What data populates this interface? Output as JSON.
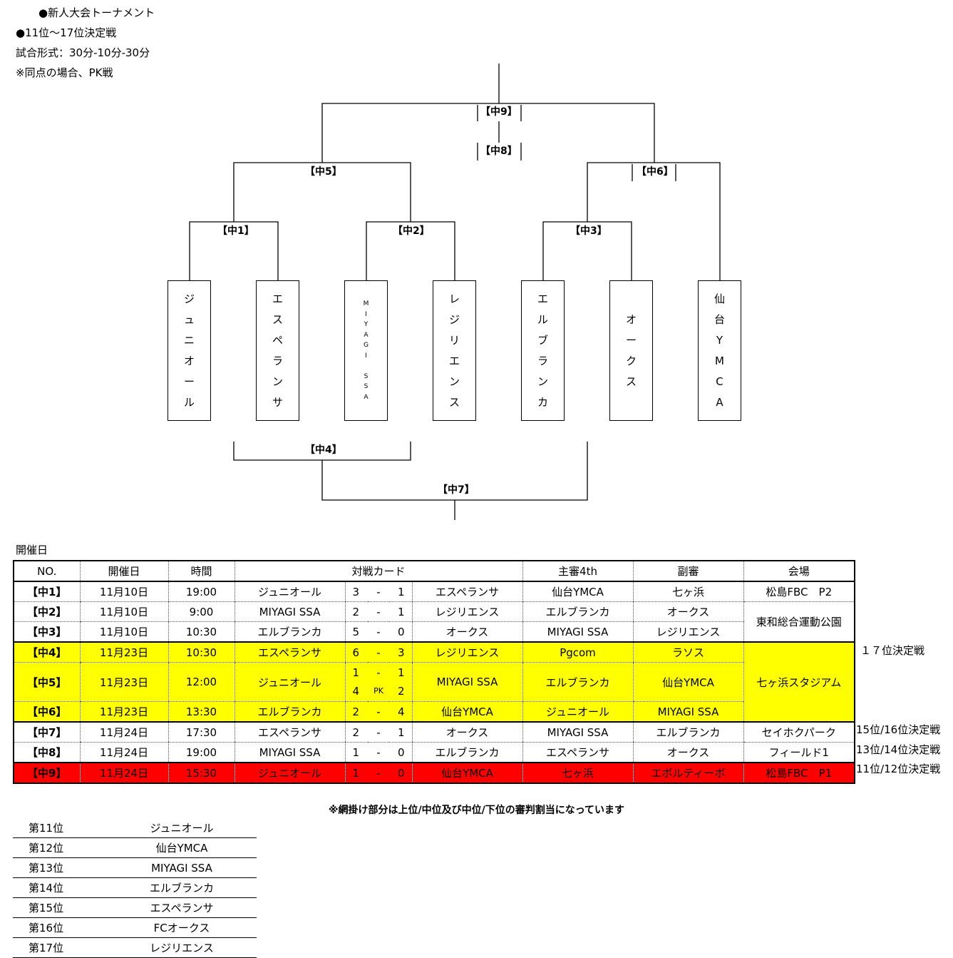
{
  "header": {
    "title": "●新人大会トーナメント",
    "subtitle": "●11位～17位決定戦",
    "format": "試合形式：30分-10分-30分",
    "tie_rule": "※同点の場合、PK戦"
  },
  "bracket": {
    "teams": [
      {
        "name": "ジュニオール",
        "chars": [
          "ジ",
          "ュ",
          "ニ",
          "オ",
          "ー",
          "ル"
        ]
      },
      {
        "name": "エスペランサ",
        "chars": [
          "エ",
          "ス",
          "ペ",
          "ラ",
          "ン",
          "サ"
        ]
      },
      {
        "name": "MIYAGI SSA",
        "chars": [
          "M",
          "I",
          "Y",
          "A",
          "G",
          "I",
          "",
          "S",
          "S",
          "A"
        ]
      },
      {
        "name": "レジリエンス",
        "chars": [
          "レ",
          "ジ",
          "リ",
          "エ",
          "ン",
          "ス"
        ]
      },
      {
        "name": "エルブランカ",
        "chars": [
          "エ",
          "ル",
          "ブ",
          "ラ",
          "ン",
          "カ"
        ]
      },
      {
        "name": "オークス",
        "chars": [
          "オ",
          "ー",
          "ク",
          "ス"
        ]
      },
      {
        "name": "仙台YMCA",
        "chars": [
          "仙",
          "台",
          "Y",
          "M",
          "C",
          "A"
        ]
      }
    ],
    "match_labels": {
      "m1": "【中1】",
      "m2": "【中2】",
      "m3": "【中3】",
      "m4": "【中4】",
      "m5": "【中5】",
      "m6": "【中6】",
      "m7": "【中7】",
      "m8": "【中8】",
      "m9": "【中9】"
    }
  },
  "schedule": {
    "title": "開催日",
    "headers": {
      "no": "NO.",
      "date": "開催日",
      "time": "時間",
      "card": "対戦カード",
      "referee": "主審4th",
      "assistant": "副審",
      "venue": "会場"
    },
    "rows": [
      {
        "no": "【中1】",
        "date": "11月10日",
        "time": "19:00",
        "home": "ジュニオール",
        "hs": "3",
        "dash": "-",
        "as": "1",
        "away": "エスペランサ",
        "referee": "仙台YMCA",
        "assistant": "七ヶ浜",
        "venue": "松島FBC　P2"
      },
      {
        "no": "【中2】",
        "date": "11月10日",
        "time": "9:00",
        "home": "MIYAGI SSA",
        "hs": "2",
        "dash": "-",
        "as": "1",
        "away": "レジリエンス",
        "referee": "エルブランカ",
        "assistant": "オークス",
        "venue": "東和総合運動公園"
      },
      {
        "no": "【中3】",
        "date": "11月10日",
        "time": "10:30",
        "home": "エルブランカ",
        "hs": "5",
        "dash": "-",
        "as": "0",
        "away": "オークス",
        "referee": "MIYAGI SSA",
        "assistant": "レジリエンス"
      },
      {
        "no": "【中4】",
        "date": "11月23日",
        "time": "10:30",
        "home": "エスペランサ",
        "hs": "6",
        "dash": "-",
        "as": "3",
        "away": "レジリエンス",
        "referee": "Pgcom",
        "assistant": "ラソス",
        "venue": "七ヶ浜スタジアム",
        "note": "１７位決定戦"
      },
      {
        "no": "【中5】",
        "date": "11月23日",
        "time": "12:00",
        "home": "ジュニオール",
        "hs": "1",
        "dash": "-",
        "as": "1",
        "hs_pk": "4",
        "pk": "PK",
        "as_pk": "2",
        "away": "MIYAGI SSA",
        "referee": "エルブランカ",
        "assistant": "仙台YMCA"
      },
      {
        "no": "【中6】",
        "date": "11月23日",
        "time": "13:30",
        "home": "エルブランカ",
        "hs": "2",
        "dash": "-",
        "as": "4",
        "away": "仙台YMCA",
        "referee": "ジュニオール",
        "assistant": "MIYAGI SSA"
      },
      {
        "no": "【中7】",
        "date": "11月24日",
        "time": "17:30",
        "home": "エスペランサ",
        "hs": "2",
        "dash": "-",
        "as": "1",
        "away": "オークス",
        "referee": "MIYAGI SSA",
        "assistant": "エルブランカ",
        "venue": "セイホクパーク",
        "note": "15位/16位決定戦"
      },
      {
        "no": "【中8】",
        "date": "11月24日",
        "time": "19:00",
        "home": "MIYAGI SSA",
        "hs": "1",
        "dash": "-",
        "as": "0",
        "away": "エルブランカ",
        "referee": "エスペランサ",
        "assistant": "オークス",
        "venue": "フィールド1",
        "note": "13位/14位決定戦"
      },
      {
        "no": "【中9】",
        "date": "11月24日",
        "time": "15:30",
        "home": "ジュニオール",
        "hs": "1",
        "dash": "-",
        "as": "0",
        "away": "仙台YMCA",
        "referee": "七ヶ浜",
        "assistant": "エボルティーボ",
        "venue": "松島FBC　P1",
        "note": "11位/12位決定戦"
      }
    ],
    "colors": {
      "yellow": "#ffff00",
      "red": "#ff0000"
    }
  },
  "note": "※網掛け部分は上位/中位及び中位/下位の審判割当になっています",
  "ranking": [
    {
      "rank": "第11位",
      "team": "ジュニオール"
    },
    {
      "rank": "第12位",
      "team": "仙台YMCA"
    },
    {
      "rank": "第13位",
      "team": "MIYAGI SSA"
    },
    {
      "rank": "第14位",
      "team": "エルブランカ"
    },
    {
      "rank": "第15位",
      "team": "エスペランサ"
    },
    {
      "rank": "第16位",
      "team": "FCオークス"
    },
    {
      "rank": "第17位",
      "team": "レジリエンス"
    }
  ]
}
